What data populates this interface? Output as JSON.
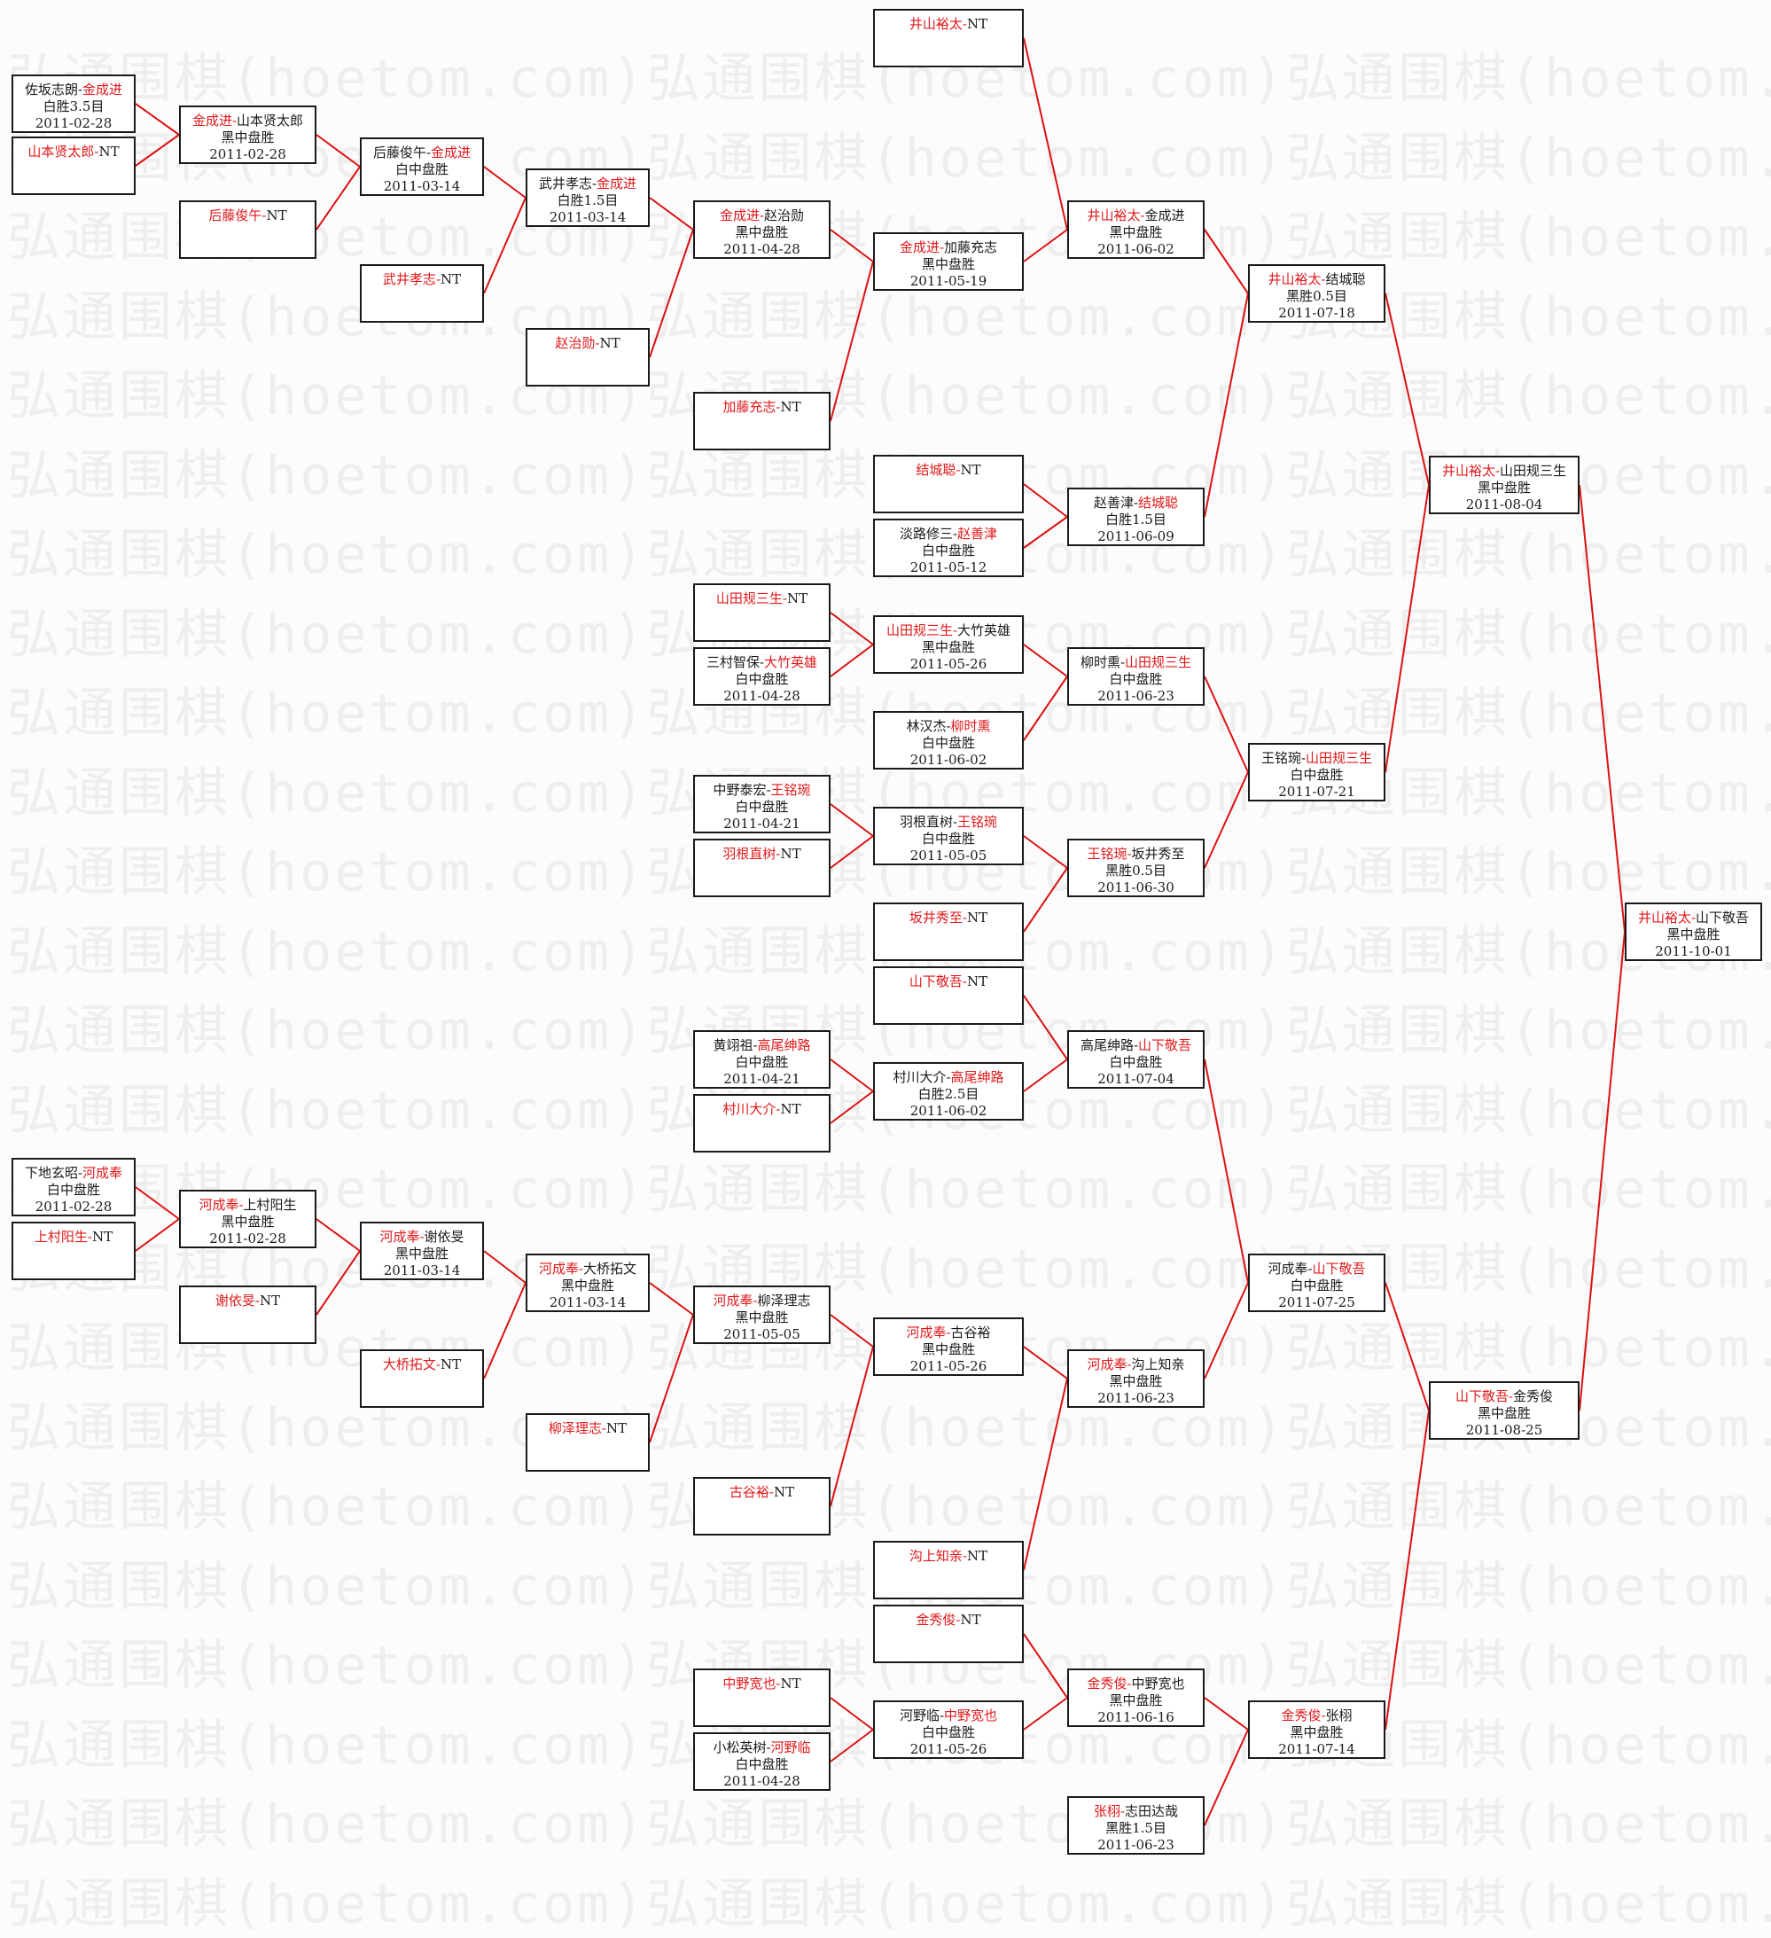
{
  "watermark": {
    "text": "弘通围棋(hoetom.com)"
  },
  "colors": {
    "winner": "#e0191b",
    "text": "#1a1a1a",
    "line": "#dd1111",
    "border": "#1a1a1a"
  },
  "bracket": {
    "matches": [
      {
        "id": "m1",
        "p1": "佐坂志朗",
        "p2": "金成进",
        "winner": 2,
        "result": "白胜3.5目",
        "date": "2011-02-28"
      },
      {
        "id": "m2",
        "p1": "山本贤太郎",
        "p2": "NT",
        "winner": 1,
        "result": "",
        "date": ""
      },
      {
        "id": "m3",
        "p1": "金成进",
        "p2": "山本贤太郎",
        "winner": 1,
        "result": "黑中盘胜",
        "date": "2011-02-28"
      },
      {
        "id": "m4",
        "p1": "后藤俊午",
        "p2": "NT",
        "winner": 1,
        "result": "",
        "date": ""
      },
      {
        "id": "m5",
        "p1": "后藤俊午",
        "p2": "金成进",
        "winner": 2,
        "result": "白中盘胜",
        "date": "2011-03-14"
      },
      {
        "id": "m6",
        "p1": "武井孝志",
        "p2": "NT",
        "winner": 1,
        "result": "",
        "date": ""
      },
      {
        "id": "m7",
        "p1": "武井孝志",
        "p2": "金成进",
        "winner": 2,
        "result": "白胜1.5目",
        "date": "2011-03-14"
      },
      {
        "id": "m8",
        "p1": "赵治勋",
        "p2": "NT",
        "winner": 1,
        "result": "",
        "date": ""
      },
      {
        "id": "m9",
        "p1": "金成进",
        "p2": "赵治勋",
        "winner": 1,
        "result": "黑中盘胜",
        "date": "2011-04-28"
      },
      {
        "id": "m10",
        "p1": "加藤充志",
        "p2": "NT",
        "winner": 1,
        "result": "",
        "date": ""
      },
      {
        "id": "m11",
        "p1": "井山裕太",
        "p2": "NT",
        "winner": 1,
        "result": "",
        "date": ""
      },
      {
        "id": "m12",
        "p1": "金成进",
        "p2": "加藤充志",
        "winner": 1,
        "result": "黑中盘胜",
        "date": "2011-05-19"
      },
      {
        "id": "m13",
        "p1": "井山裕太",
        "p2": "金成进",
        "winner": 1,
        "result": "黑中盘胜",
        "date": "2011-06-02"
      },
      {
        "id": "m14",
        "p1": "结城聪",
        "p2": "NT",
        "winner": 1,
        "result": "",
        "date": ""
      },
      {
        "id": "m15",
        "p1": "淡路修三",
        "p2": "赵善津",
        "winner": 2,
        "result": "白中盘胜",
        "date": "2011-05-12"
      },
      {
        "id": "m16",
        "p1": "赵善津",
        "p2": "结城聪",
        "winner": 2,
        "result": "白胜1.5目",
        "date": "2011-06-09"
      },
      {
        "id": "m17",
        "p1": "井山裕太",
        "p2": "结城聪",
        "winner": 1,
        "result": "黑胜0.5目",
        "date": "2011-07-18"
      },
      {
        "id": "m18",
        "p1": "山田规三生",
        "p2": "NT",
        "winner": 1,
        "result": "",
        "date": ""
      },
      {
        "id": "m19",
        "p1": "三村智保",
        "p2": "大竹英雄",
        "winner": 2,
        "result": "白中盘胜",
        "date": "2011-04-28"
      },
      {
        "id": "m20",
        "p1": "山田规三生",
        "p2": "大竹英雄",
        "winner": 1,
        "result": "黑中盘胜",
        "date": "2011-05-26"
      },
      {
        "id": "m21",
        "p1": "林汉杰",
        "p2": "柳时熏",
        "winner": 2,
        "result": "白中盘胜",
        "date": "2011-06-02"
      },
      {
        "id": "m22",
        "p1": "柳时熏",
        "p2": "山田规三生",
        "winner": 2,
        "result": "白中盘胜",
        "date": "2011-06-23"
      },
      {
        "id": "m23",
        "p1": "中野泰宏",
        "p2": "王铭琬",
        "winner": 2,
        "result": "白中盘胜",
        "date": "2011-04-21"
      },
      {
        "id": "m24",
        "p1": "羽根直树",
        "p2": "NT",
        "winner": 1,
        "result": "",
        "date": ""
      },
      {
        "id": "m25",
        "p1": "羽根直树",
        "p2": "王铭琬",
        "winner": 2,
        "result": "白中盘胜",
        "date": "2011-05-05"
      },
      {
        "id": "m26",
        "p1": "坂井秀至",
        "p2": "NT",
        "winner": 1,
        "result": "",
        "date": ""
      },
      {
        "id": "m27",
        "p1": "王铭琬",
        "p2": "坂井秀至",
        "winner": 1,
        "result": "黑胜0.5目",
        "date": "2011-06-30"
      },
      {
        "id": "m28",
        "p1": "王铭琬",
        "p2": "山田规三生",
        "winner": 2,
        "result": "白中盘胜",
        "date": "2011-07-21"
      },
      {
        "id": "m29",
        "p1": "井山裕太",
        "p2": "山田规三生",
        "winner": 1,
        "result": "黑中盘胜",
        "date": "2011-08-04"
      },
      {
        "id": "m30",
        "p1": "井山裕太",
        "p2": "山下敬吾",
        "winner": 1,
        "result": "黑中盘胜",
        "date": "2011-10-01"
      },
      {
        "id": "m31",
        "p1": "山下敬吾",
        "p2": "NT",
        "winner": 1,
        "result": "",
        "date": ""
      },
      {
        "id": "m32",
        "p1": "黄翊祖",
        "p2": "高尾绅路",
        "winner": 2,
        "result": "白中盘胜",
        "date": "2011-04-21"
      },
      {
        "id": "m33",
        "p1": "村川大介",
        "p2": "NT",
        "winner": 1,
        "result": "",
        "date": ""
      },
      {
        "id": "m34",
        "p1": "村川大介",
        "p2": "高尾绅路",
        "winner": 2,
        "result": "白胜2.5目",
        "date": "2011-06-02"
      },
      {
        "id": "m35",
        "p1": "高尾绅路",
        "p2": "山下敬吾",
        "winner": 2,
        "result": "白中盘胜",
        "date": "2011-07-04"
      },
      {
        "id": "m36",
        "p1": "下地玄昭",
        "p2": "河成奉",
        "winner": 2,
        "result": "白中盘胜",
        "date": "2011-02-28"
      },
      {
        "id": "m37",
        "p1": "上村阳生",
        "p2": "NT",
        "winner": 1,
        "result": "",
        "date": ""
      },
      {
        "id": "m38",
        "p1": "河成奉",
        "p2": "上村阳生",
        "winner": 1,
        "result": "黑中盘胜",
        "date": "2011-02-28"
      },
      {
        "id": "m39",
        "p1": "谢依旻",
        "p2": "NT",
        "winner": 1,
        "result": "",
        "date": ""
      },
      {
        "id": "m40",
        "p1": "河成奉",
        "p2": "谢依旻",
        "winner": 1,
        "result": "黑中盘胜",
        "date": "2011-03-14"
      },
      {
        "id": "m41",
        "p1": "大桥拓文",
        "p2": "NT",
        "winner": 1,
        "result": "",
        "date": ""
      },
      {
        "id": "m42",
        "p1": "河成奉",
        "p2": "大桥拓文",
        "winner": 1,
        "result": "黑中盘胜",
        "date": "2011-03-14"
      },
      {
        "id": "m43",
        "p1": "柳泽理志",
        "p2": "NT",
        "winner": 1,
        "result": "",
        "date": ""
      },
      {
        "id": "m44",
        "p1": "河成奉",
        "p2": "柳泽理志",
        "winner": 1,
        "result": "黑中盘胜",
        "date": "2011-05-05"
      },
      {
        "id": "m45",
        "p1": "古谷裕",
        "p2": "NT",
        "winner": 1,
        "result": "",
        "date": ""
      },
      {
        "id": "m46",
        "p1": "河成奉",
        "p2": "古谷裕",
        "winner": 1,
        "result": "黑中盘胜",
        "date": "2011-05-26"
      },
      {
        "id": "m47",
        "p1": "沟上知亲",
        "p2": "NT",
        "winner": 1,
        "result": "",
        "date": ""
      },
      {
        "id": "m48",
        "p1": "河成奉",
        "p2": "沟上知亲",
        "winner": 1,
        "result": "黑中盘胜",
        "date": "2011-06-23"
      },
      {
        "id": "m49",
        "p1": "河成奉",
        "p2": "山下敬吾",
        "winner": 2,
        "result": "白中盘胜",
        "date": "2011-07-25"
      },
      {
        "id": "m50",
        "p1": "金秀俊",
        "p2": "NT",
        "winner": 1,
        "result": "",
        "date": ""
      },
      {
        "id": "m51",
        "p1": "中野宽也",
        "p2": "NT",
        "winner": 1,
        "result": "",
        "date": ""
      },
      {
        "id": "m52",
        "p1": "小松英树",
        "p2": "河野临",
        "winner": 2,
        "result": "白中盘胜",
        "date": "2011-04-28"
      },
      {
        "id": "m53",
        "p1": "河野临",
        "p2": "中野宽也",
        "winner": 2,
        "result": "白中盘胜",
        "date": "2011-05-26"
      },
      {
        "id": "m54",
        "p1": "金秀俊",
        "p2": "中野宽也",
        "winner": 1,
        "result": "黑中盘胜",
        "date": "2011-06-16"
      },
      {
        "id": "m55",
        "p1": "张栩",
        "p2": "志田达哉",
        "winner": 1,
        "result": "黑胜1.5目",
        "date": "2011-06-23"
      },
      {
        "id": "m56",
        "p1": "金秀俊",
        "p2": "张栩",
        "winner": 1,
        "result": "黑中盘胜",
        "date": "2011-07-14"
      },
      {
        "id": "m57",
        "p1": "山下敬吾",
        "p2": "金秀俊",
        "winner": 1,
        "result": "黑中盘胜",
        "date": "2011-08-25"
      }
    ]
  }
}
